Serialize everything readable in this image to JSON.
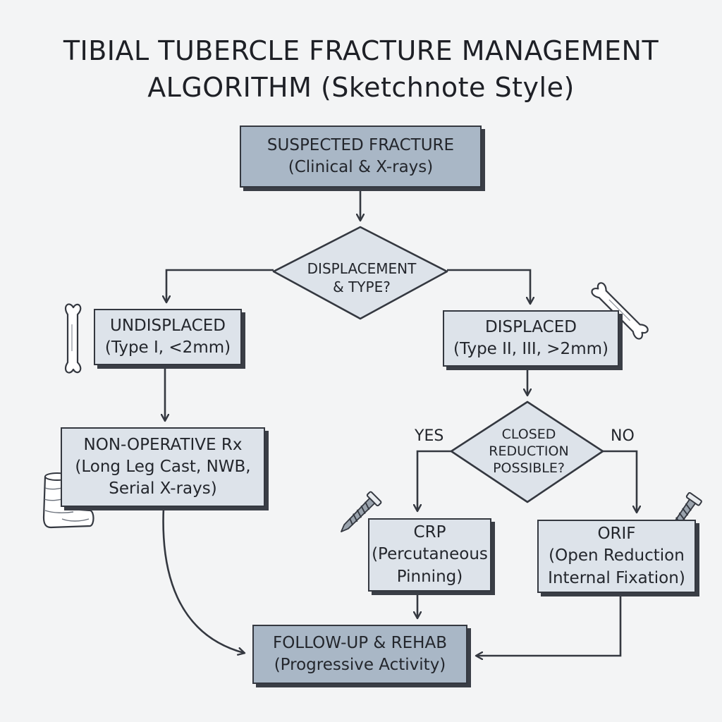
{
  "title": {
    "line1": "TIBIAL TUBERCLE FRACTURE MANAGEMENT",
    "line2": "ALGORITHM (Sketchnote Style)"
  },
  "nodes": {
    "suspected": {
      "line1": "SUSPECTED FRACTURE",
      "line2": "(Clinical & X-rays)"
    },
    "displacement_decision": {
      "line1": "DISPLACEMENT",
      "line2": "& TYPE?"
    },
    "undisplaced": {
      "line1": "UNDISPLACED",
      "line2": "(Type I, <2mm)"
    },
    "displaced": {
      "line1": "DISPLACED",
      "line2": "(Type II, III, >2mm)"
    },
    "non_operative": {
      "line1": "NON-OPERATIVE Rx",
      "line2": "(Long Leg Cast, NWB,",
      "line3": "Serial X-rays)"
    },
    "closed_reduction_decision": {
      "line1": "CLOSED",
      "line2": "REDUCTION",
      "line3": "POSSIBLE?"
    },
    "crp": {
      "line1": "CRP",
      "line2": "(Percutaneous",
      "line3": "Pinning)"
    },
    "orif": {
      "line1": "ORIF",
      "line2": "(Open Reduction",
      "line3": "Internal Fixation)"
    },
    "follow_up": {
      "line1": "FOLLOW-UP & REHAB",
      "line2": "(Progressive Activity)"
    }
  },
  "branches": {
    "yes": "YES",
    "no": "NO"
  },
  "icons": [
    "bone-icon",
    "bone-icon",
    "cast-icon",
    "screw-icon",
    "screw-icon"
  ],
  "colors": {
    "box_light": "#dde3ea",
    "box_dark": "#a9b7c6",
    "stroke": "#343840",
    "background": "#f3f4f5"
  }
}
